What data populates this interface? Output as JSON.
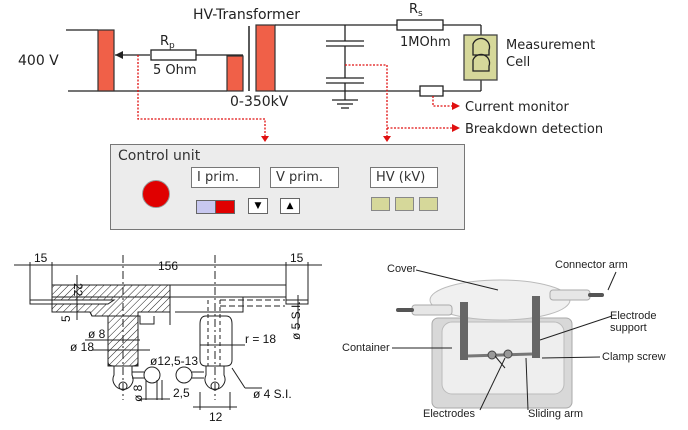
{
  "circuit": {
    "source_label": "400 V",
    "rp_label": "R",
    "rp_sub": "p",
    "rp_value": "5 Ohm",
    "transformer_label": "HV-Transformer",
    "transformer_range": "0-350kV",
    "rs_label": "R",
    "rs_sub": "s",
    "rs_value": "1MOhm",
    "cell_label_1": "Measurement",
    "cell_label_2": "Cell",
    "current_monitor": "Current monitor",
    "breakdown_detection": "Breakdown detection",
    "colors": {
      "coil": "#f06048",
      "signal": "#e01010",
      "cell": "#d6d89a"
    }
  },
  "control_unit": {
    "title": "Control unit",
    "i_prim": "I prim.",
    "v_prim": "V prim.",
    "hv": "HV (kV)",
    "down_symbol": "▼",
    "up_symbol": "▲"
  },
  "drawing": {
    "dims": {
      "left_15": "15",
      "width_156": "156",
      "right_15": "15",
      "d22": "22",
      "d5": "5",
      "dia8": "ø 8",
      "dia18": "ø 18",
      "dia125": "ø12,5-13",
      "r18": "r = 18",
      "dia8_low": "ø 8",
      "gap": "2,5",
      "w12": "12",
      "dia4": "ø 4 S.I.",
      "dia5": "ø 5 S.I."
    }
  },
  "photo": {
    "callouts": {
      "cover": "Cover",
      "connector_arm": "Connector arm",
      "electrode_support_1": "Electrode",
      "electrode_support_2": "support",
      "container": "Container",
      "clamp_screw": "Clamp screw",
      "electrodes": "Electrodes",
      "sliding_arm": "Sliding arm"
    }
  }
}
